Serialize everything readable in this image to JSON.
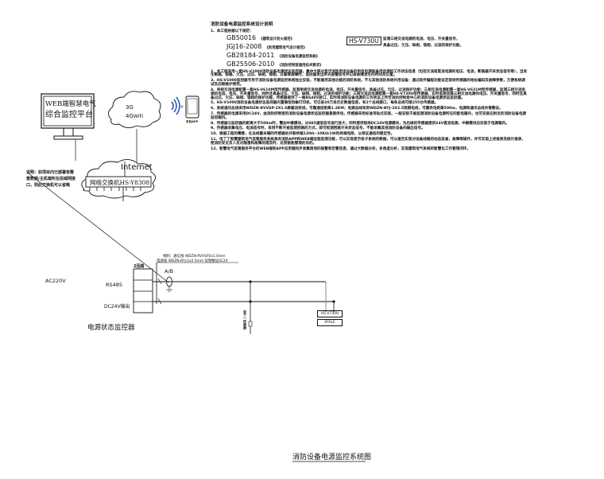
{
  "notes": {
    "title": "消防设备电源监控系统设计说明",
    "item1": "1、本工程依据以下规范：",
    "standards": [
      {
        "code": "GB50016",
        "name": "《建筑设计防火规范》"
      },
      {
        "code": "JGJ16-2008",
        "name": "《民用建筑电气设计规范》"
      },
      {
        "code": "GB28184-2011",
        "name": "《消防设备电源监控系统》"
      },
      {
        "code": "GB25506-2010",
        "name": "《消防控制室通用技术要求》"
      }
    ],
    "hs_v730u_label": "HS-V730U",
    "hs_v730u_desc1": "监测三相交流电源的电流、电压、开关量信号，",
    "hs_v730u_desc2": "具备过压、欠压、缺相、错相、过流的保护功能。",
    "items": [
      "2、本工程采用一套HS-V1000消防设备电源状态监控器，集中大屏对显示消防用电设备的供电电源和备用电源的工作状态信息（包括交流或直流电源的电压、电流，断路器开关状态信号等），当发生断路、短路、欠压、过压、缺相、错相、过载等故障时，监控器发出声光报警信号并记录故障发生的时间及位置。",
      "3、HS-V1000监控器专用于消防设备电源监控系统独立安装，不能兼用其他功能的消防系统，不与其他消防系统共用设备；通过软件编程功能设定现场传感器的地址编码及故障参数，方便系统调试及后期维护使用。",
      "4、单相交流电源配置一套HS-V610M型传感器，监测单相交流电源的电流、电压、开关量信号，具备过压、欠压、过流保护功能；三相交流电源配置一套HS-V631M型传感器，监测三相交流电源的电流、电压、开关量信号，同时还具备过压、欠压、缺相、错相、过流的保护功能；三相交流双电源配置一套HS-V730U型传感器，实时监测双路三相交流电源的电压、开关量信号，同时还具备过压、欠压、缺相、错相的保护功能，传感器提供了一路RS485接口，实时将消防设备电源的工作状态上传至消防控制室中心的消防设备电源状态监控器。",
      "5、HS-V1000消防设备电源状态监控器内置微型热敏打印机，可记录20万条历史数据信息，有2个总线接口，每条总线可接255台传感器。",
      "6、系统通讯总线采用WDZN-RVVSP-2X1.0屏蔽双绞线，可靠通信距离1.2KM；电源总线采用WDZN-BYJ-2X2.5阻燃电线，可靠供电距离500m，电源和通讯总线共管敷设。",
      "7、传感器的电源采用DC24V，由消防控制室的消防设备电源状态监控器直接供电，传感器采用标准导轨式安装，一般安装于被监测消防设备电源所在的配电箱内，也可安装在附近的消防设备电源监控箱内。",
      "8、传感器与监控器的距离大于500m时，需加中继模块，对485通信信号进行放大，同时提供现场DC24V电源模块，为后续的传感器提供24V直流电源，中继模块应安装于电源箱内。",
      "9、传感器采集电压、电流信号时，采用不断开被监测回路的方式，即可检测回路开关状态信号，不能采集其他消防设备的输出信号。",
      "10、根据工程的需要，在总线最末端的传感器处并联终端120Ω~10KΩ/1W的终端电阻，以保证通信的稳定性。",
      "11、电丁丁智慧建筑电气监管服务系统具有消防APP和WEB端远程监测功能，可以实现显示各子系统的数据，可以报告实现对设备线路的动态监查，故障等操作，并可实现上述报表及统计报表，使消防安全及人员对隐患和故障处理及时，达到智能管理的目的。",
      "12、智慧电气监管服务平台的WEB端和APP应用端同步收集现场的报警和告警信息，通过大数据分析，多角度分析，实现建筑电气系统的智慧化工作管理闭环。"
    ],
    "item_prefix": [
      "2、本工程采用一套",
      "3、",
      "4、单相交流电源配置一套",
      "5、",
      "6、系统通讯总线采用",
      "7、传感器的电源采用"
    ]
  },
  "diagram": {
    "monitor_line1": "WEB端智慧电气",
    "monitor_line2": "综合监控平台",
    "cloud_3g": "3G",
    "cloud_4g": "4G",
    "cloud_wifi": "WiFi",
    "phone_label": "手机APP",
    "internet": "Internet",
    "switch_label": "网络交换机HS-Y8308",
    "note": "说明：如项目内已部署有整套数据/主机端所在局域网接口，则此交换机可以省略",
    "ac220v": "AC220V",
    "rs485": "RS485",
    "dc24v": "DC24V输出",
    "loops": "2回路",
    "ab": "A/B",
    "cable1": "线制：通信线 WDZN-RVVSP2x1.0mm",
    "cable2": "电源线 WDZN-BYJ-2x2.5mm 穿管敷设SC20",
    "monitor_device": "电源状态监控器",
    "branch_label": "至下一传感器",
    "sensor_model": "HS-V730U",
    "sensor_target": "XFALE",
    "drawing_title": "消防设备电源监控系统图"
  }
}
